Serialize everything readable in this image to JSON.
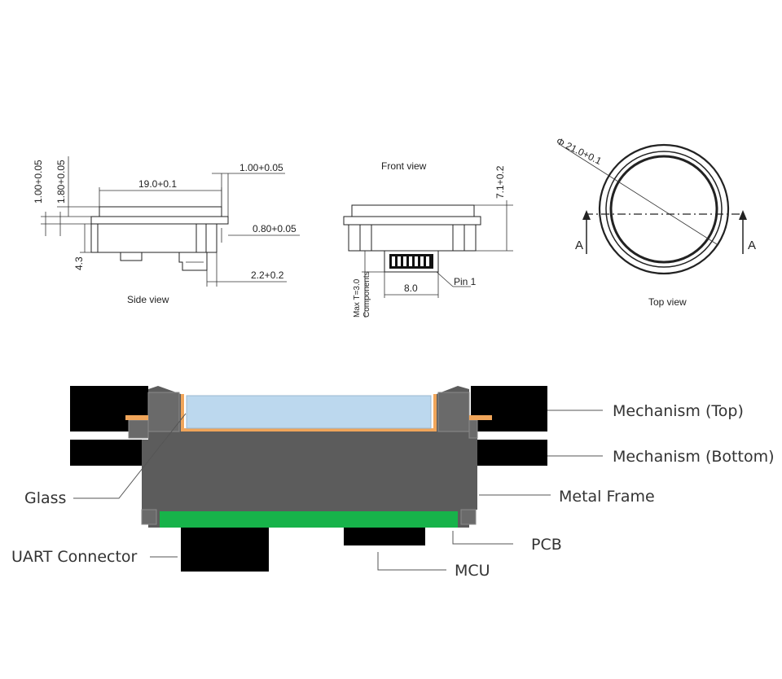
{
  "side_view": {
    "caption": "Side view",
    "dims": {
      "d1": "1.00+0.05",
      "d2": "1.80+0.05",
      "d3": "19.0+0.1",
      "d4": "1.00+0.05",
      "d5": "0.80+0.05",
      "d6": "4.3",
      "d7": "2.2+0.2"
    }
  },
  "front_view": {
    "caption": "Front view",
    "dims": {
      "height": "7.1+0.2",
      "width": "8.0",
      "pin": "Pin 1",
      "max_line1": "Max  T=3.0",
      "max_line2": "Components"
    }
  },
  "top_view": {
    "caption": "Top view",
    "diameter": "Φ 21.0+0.1",
    "section_left": "A",
    "section_right": "A"
  },
  "cross_section": {
    "colors": {
      "glass": "#bcd8ee",
      "gasket": "#f0a55a",
      "frame": "#5c5c5c",
      "frame_light": "#7a7a7a",
      "pcb": "#17b34a",
      "black": "#000000"
    },
    "labels": {
      "mech_top": "Mechanism (Top)",
      "mech_bottom": "Mechanism (Bottom)",
      "metal_frame": "Metal Frame",
      "glass": "Glass",
      "pcb": "PCB",
      "uart": "UART Connector",
      "mcu": "MCU"
    }
  }
}
